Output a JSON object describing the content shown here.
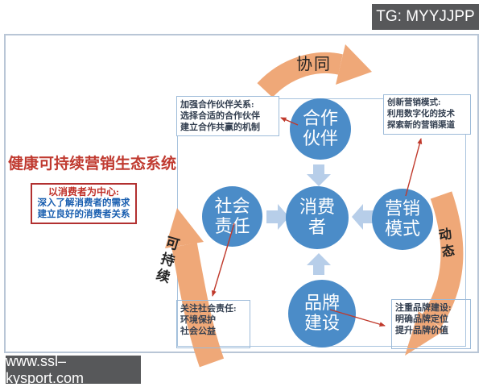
{
  "badges": {
    "tg": "TG: MYYJJPP",
    "site": "www.ssl–kysport.com"
  },
  "title": "健康可持续营销生态系统",
  "consumer_focus": {
    "heading": "以消费者为中心:",
    "lines": [
      "深入了解消费者的需求",
      "建立良好的消费者关系"
    ]
  },
  "circles": {
    "partner": "合作\n伙伴",
    "social": "社会\n责任",
    "consumer": "消费\n者",
    "marketing": "营销\n模式",
    "brand": "品牌\n建设"
  },
  "notes": {
    "partner": {
      "heading": "加强合作伙伴关系:",
      "lines": [
        "选择合适的合作伙伴",
        "建立合作共赢的机制"
      ]
    },
    "marketing": {
      "heading": "创新营销模式:",
      "lines": [
        "利用数字化的技术",
        "探索新的营销渠道"
      ]
    },
    "social": {
      "heading": "关注社会责任:",
      "lines": [
        "环境保护",
        "社会公益"
      ]
    },
    "brand": {
      "heading": "注重品牌建设:",
      "lines": [
        "明确品牌定位",
        "提升品牌价值"
      ]
    }
  },
  "flow_labels": {
    "synergy": "协同",
    "sustainable": "可\n持\n续",
    "dynamic": "动\n态"
  },
  "colors": {
    "circle_blue": "#4B8CC8",
    "band_orange": "#EFA878",
    "block_arrow_blue": "#B7CEE9",
    "red_arrow": "#C0392B",
    "badge_gray": "#57585A",
    "title_red": "#C03A30",
    "note_text": "#333F50"
  }
}
